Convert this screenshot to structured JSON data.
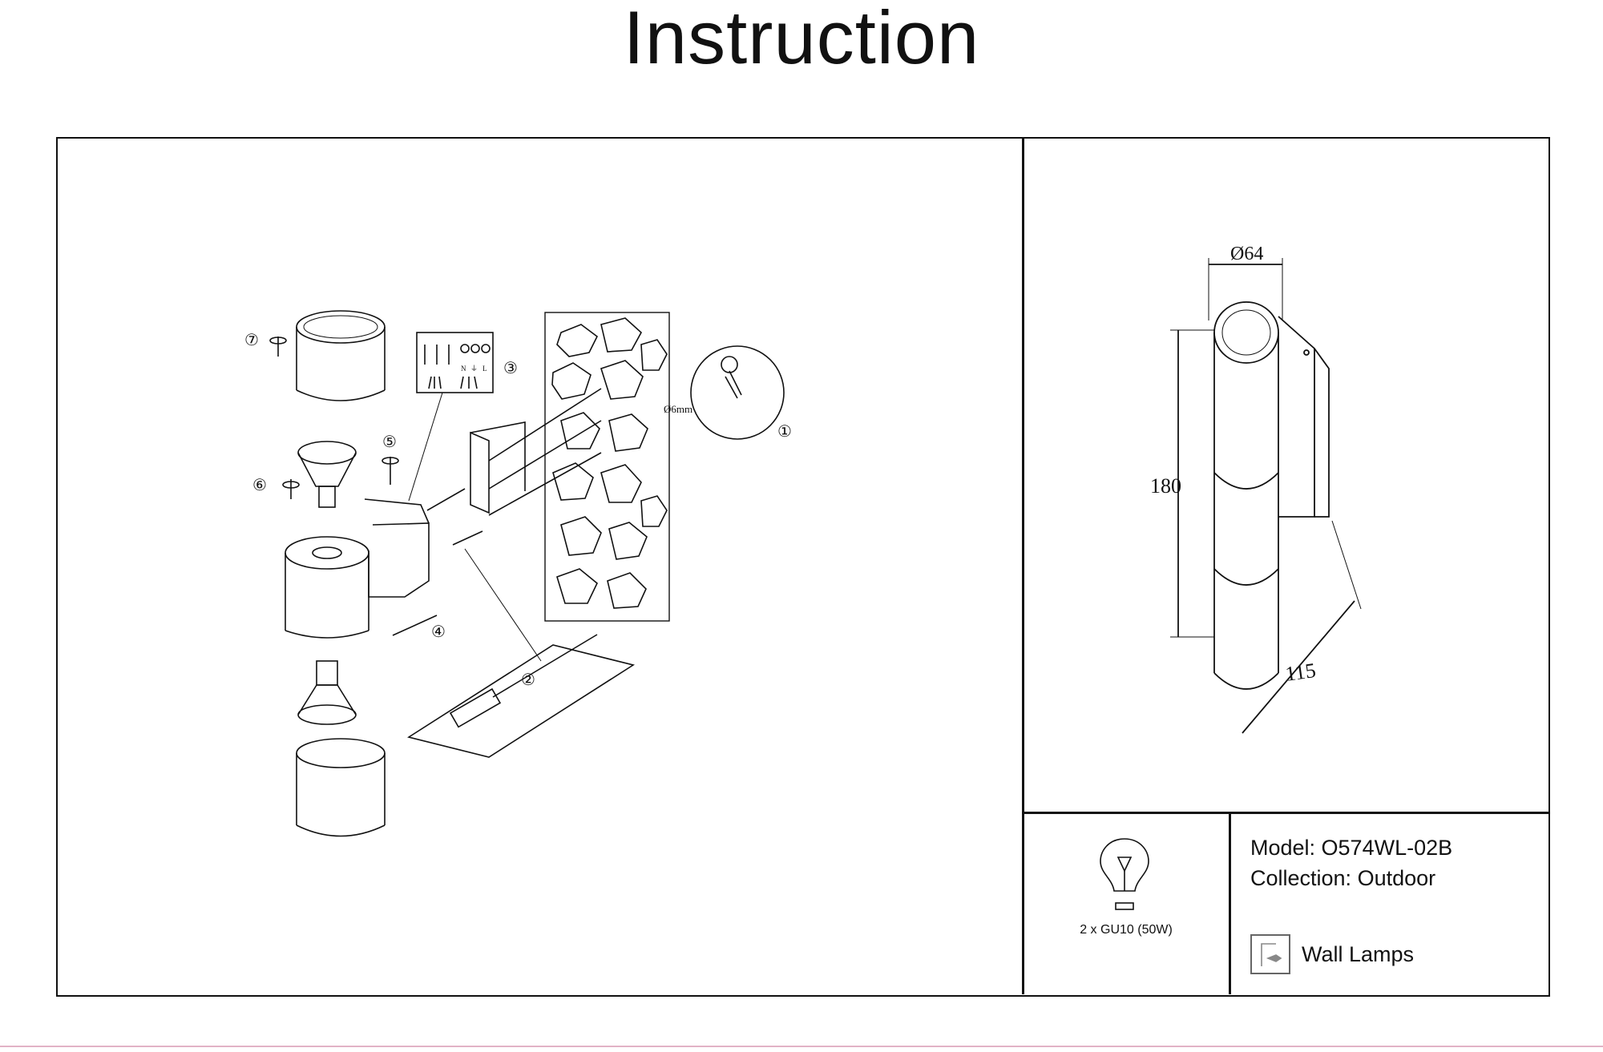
{
  "page": {
    "title": "Instruction"
  },
  "steps": {
    "s1": "①",
    "s2": "②",
    "s3": "③",
    "s4": "④",
    "s5": "⑤",
    "s6": "⑥",
    "s7": "⑦"
  },
  "drill": {
    "label": "Ø6mm"
  },
  "terminal": {
    "n": "N",
    "e": "⏚",
    "l": "L"
  },
  "dimensions": {
    "diameter": "Ø64",
    "height": "180",
    "depth": "115"
  },
  "bulb": {
    "spec": "2 x GU10 (50W)",
    "icon": "light-bulb-icon"
  },
  "product": {
    "model": "Model: O574WL-02B",
    "collection": "Collection: Outdoor"
  },
  "category": {
    "label": "Wall Lamps",
    "icon": "wall-lamp-icon"
  }
}
